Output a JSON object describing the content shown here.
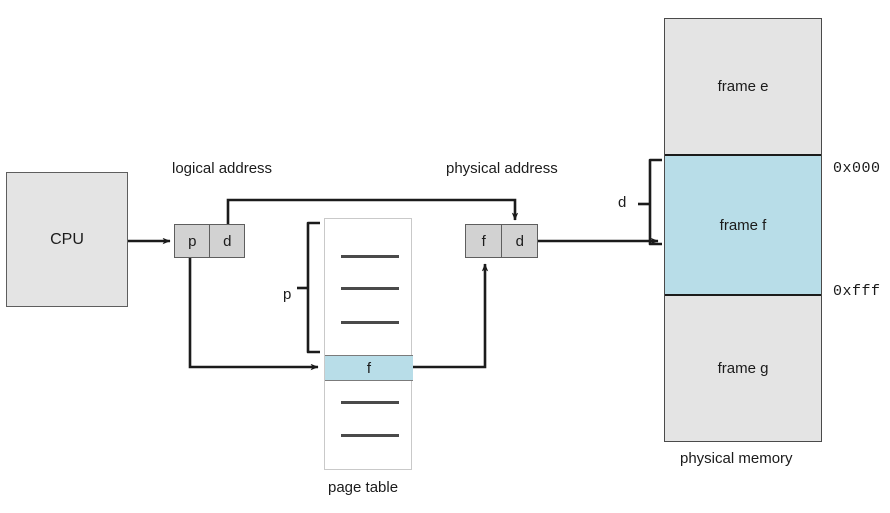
{
  "diagram": {
    "title": "paging-hardware-address-translation",
    "colors": {
      "frame_highlight": "#b8dde8",
      "box_fill": "#e4e4e4",
      "cell_fill": "#d2d2d2",
      "stroke": "#1b1b1b"
    }
  },
  "cpu": {
    "label": "CPU"
  },
  "logical_address": {
    "caption": "logical address",
    "page_cell": "p",
    "offset_cell": "d"
  },
  "physical_address": {
    "caption": "physical address",
    "frame_cell": "f",
    "offset_cell": "d"
  },
  "page_table": {
    "caption": "page table",
    "bracket_label": "p",
    "selected_entry": "f",
    "entries_above": 3,
    "entries_below": 2
  },
  "physical_memory": {
    "caption": "physical memory",
    "bracket_label": "d",
    "frames": [
      {
        "label": "frame e",
        "highlighted": false
      },
      {
        "label": "frame f",
        "highlighted": true
      },
      {
        "label": "frame g",
        "highlighted": false
      }
    ],
    "address_top": "0x000",
    "address_bottom": "0xfff"
  }
}
